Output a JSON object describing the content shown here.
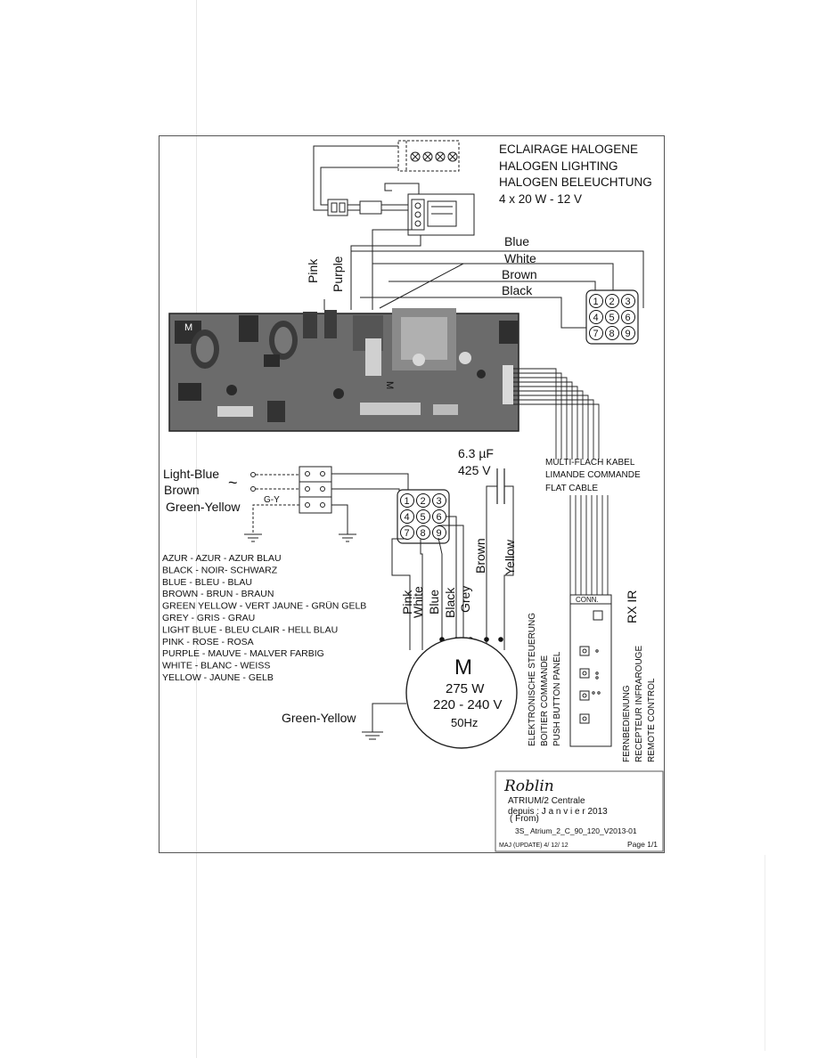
{
  "lighting": {
    "lines": [
      "ECLAIRAGE HALOGENE",
      "HALOGEN LIGHTING",
      "HALOGEN BELEUCHTUNG",
      "4 x 20 W - 12 V"
    ]
  },
  "top_wires": {
    "pink": "Pink",
    "purple": "Purple",
    "blue": "Blue",
    "white": "White",
    "brown": "Brown",
    "black": "Black"
  },
  "terminal_numbers": [
    "1",
    "2",
    "3",
    "4",
    "5",
    "6",
    "7",
    "8",
    "9"
  ],
  "pcb_labels": {
    "m_left": "M",
    "m_right": "M"
  },
  "capacitor": {
    "capacitance": "6.3 µF",
    "voltage": "425 V"
  },
  "flat_cable": {
    "lines": [
      "MULTI-FLACH KABEL",
      "LIMANDE COMMANDE",
      "FLAT CABLE"
    ]
  },
  "mains": {
    "light_blue": "Light-Blue",
    "brown": "Brown",
    "green_yellow": "Green-Yellow",
    "gy": "G-Y",
    "tilde": "~"
  },
  "motor_wires": {
    "pink": "Pink",
    "white": "White",
    "blue": "Blue",
    "black": "Black",
    "grey": "Grey",
    "brown": "Brown",
    "yellow": "Yellow"
  },
  "legend": [
    "AZUR - AZUR - AZUR BLAU",
    "BLACK - NOIR- SCHWARZ",
    "BLUE - BLEU - BLAU",
    "BROWN - BRUN - BRAUN",
    "GREEN YELLOW - VERT JAUNE - GRÜN GELB",
    "GREY - GRIS - GRAU",
    "LIGHT BLUE - BLEU CLAIR - HELL BLAU",
    "PINK - ROSE - ROSA",
    "PURPLE - MAUVE - MALVER FARBIG",
    "WHITE - BLANC - WEISS",
    "YELLOW - JAUNE - GELB"
  ],
  "motor": {
    "letter": "M",
    "power": "275 W",
    "voltage": "220 - 240 V",
    "frequency": "50Hz",
    "ground_label": "Green-Yellow"
  },
  "panel": {
    "lines": [
      "ELEKTRONISCHE STEUERUNG",
      "BOITIER COMMANDE",
      "PUSH BUTTON PANEL"
    ],
    "conn": "CONN.",
    "rx_ir": "RX IR"
  },
  "remote": {
    "lines": [
      "FERNBEDIENUNG",
      "RECEPTEUR INFRAROUGE",
      "REMOTE CONTROL"
    ]
  },
  "title_block": {
    "brand": "Roblin",
    "model": "ATRIUM/2 Centrale",
    "since": "depuis : J a n v i e r  2013",
    "from": "( From)",
    "ref": "3S_ Atrium_2_C_90_120_V2013-01",
    "update": "MAJ (UPDATE) 4/ 12/ 12",
    "page": "Page 1/1"
  }
}
